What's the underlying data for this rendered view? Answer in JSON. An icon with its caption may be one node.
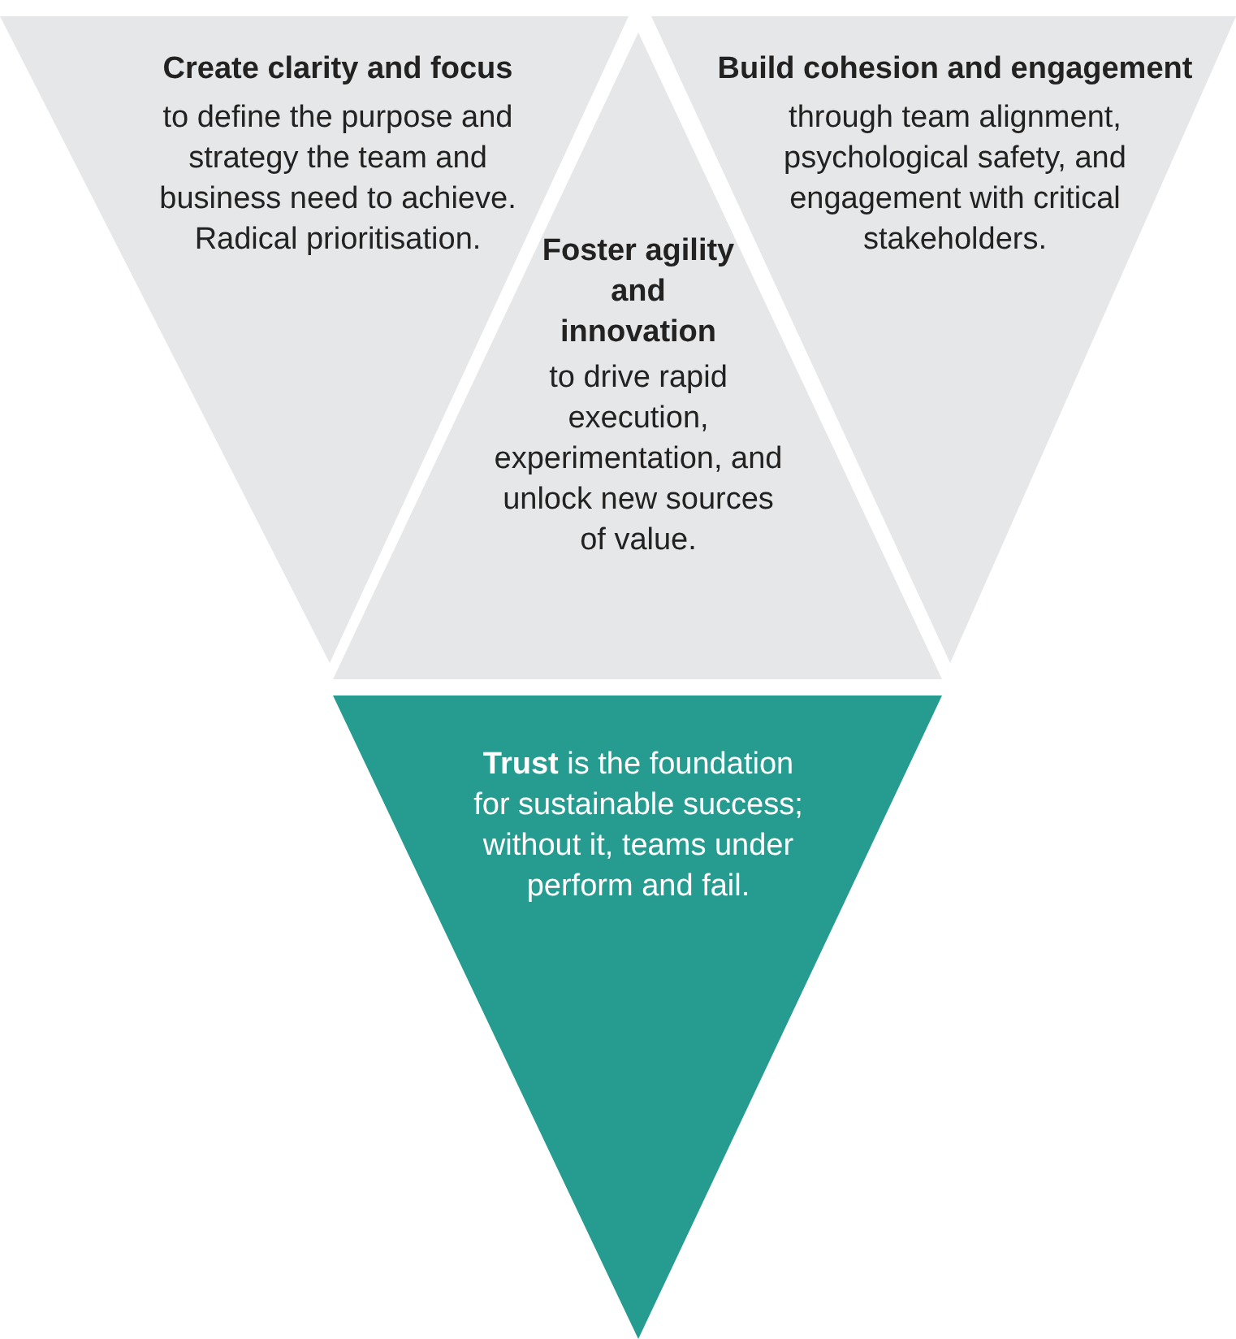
{
  "diagram": {
    "nodes": [
      {
        "text": [
          "Create clarity and focus",
          "to define the purpose and strategy the team and business need to achieve. Radical prioritisation."
        ]
      },
      {
        "text": [
          "Foster agility and innovation",
          "to drive rapid execution, experimentation, and unlock new sources of value."
        ]
      },
      {
        "text": [
          "Build cohesion and engagement",
          "through team alignment, psychological safety, and engagement with critical stakeholders."
        ]
      },
      {
        "text": [
          "**Trust** is the foundation for sustainable success; without it, teams under perform and fail."
        ]
      }
    ]
  }
}
